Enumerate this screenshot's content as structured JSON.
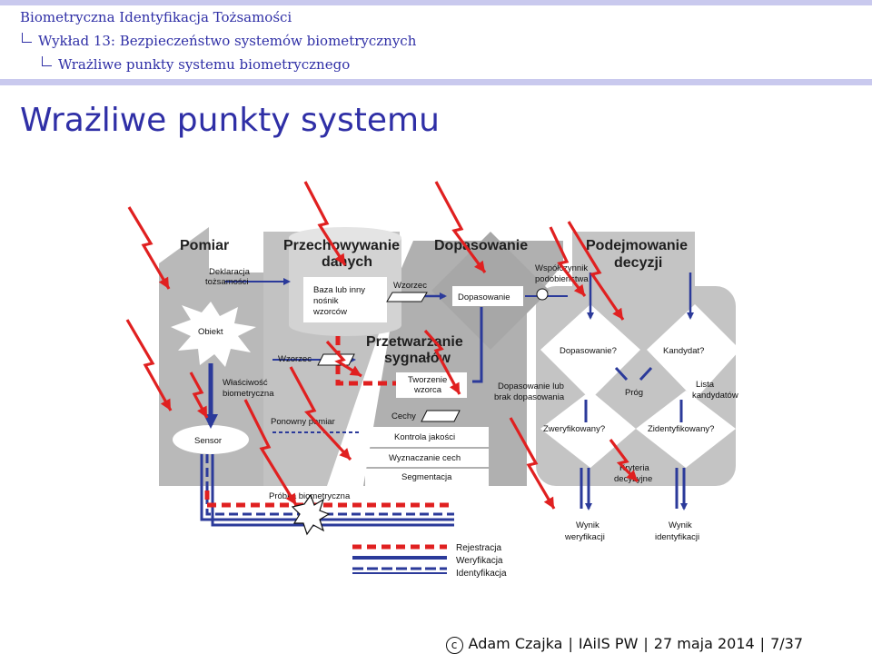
{
  "nav": {
    "title": "Biometryczna Identyfikacja Tożsamości",
    "section": "Wykład 13: Bezpieczeństwo systemów biometrycznych",
    "subsection": "Wrażliwe punkty systemu biometrycznego"
  },
  "frame_title": "Wrażliwe punkty systemu",
  "diagram": {
    "headers": {
      "pomiar": "Pomiar",
      "przech_1": "Przechowywanie",
      "przech_2": "danych",
      "dopasowanie": "Dopasowanie",
      "decyzja_1": "Podejmowanie",
      "decyzja_2": "decyzji",
      "sygnal_1": "Przetwarzanie",
      "sygnal_2": "sygnałów"
    },
    "labels": {
      "deklaracja_1": "Deklaracja",
      "deklaracja_2": "tożsamości",
      "baza_1": "Baza lub inny",
      "baza_2": "nośnik",
      "baza_3": "wzorców",
      "wzorzec_top": "Wzorzec",
      "dopasowanie_box": "Dopasowanie",
      "wspolczynnik_1": "Współczynnik",
      "wspolczynnik_2": "podobieństwa",
      "obiekt": "Obiekt",
      "wzorzec_mid": "Wzorzec",
      "tworzenie_1": "Tworzenie",
      "tworzenie_2": "wzorca",
      "dopasowanie_q": "Dopasowanie?",
      "kandydat_q": "Kandydat?",
      "wlasciwosc_1": "Właściwość",
      "wlasciwosc_2": "biometryczna",
      "dop_lub_1": "Dopasowanie lub",
      "dop_lub_2": "brak dopasowania",
      "prog": "Próg",
      "lista_1": "Lista",
      "lista_2": "kandydatów",
      "cechy": "Cechy",
      "ponowny": "Ponowny pomiar",
      "sensor": "Sensor",
      "kontrola": "Kontrola jakości",
      "wyznaczanie": "Wyznaczanie cech",
      "segmentacja": "Segmentacja",
      "zweryfikowany": "Zweryfikowany?",
      "zidentyfikowany": "Zidentyfikowany?",
      "kryteria_1": "Kryteria",
      "kryteria_2": "decyzyjne",
      "probka": "Próbka biometryczna",
      "wynik_w_1": "Wynik",
      "wynik_w_2": "weryfikacji",
      "wynik_i_1": "Wynik",
      "wynik_i_2": "identyfikacji"
    },
    "legend": [
      "Rejestracja",
      "Weryfikacja",
      "Identyfikacja"
    ],
    "colors": {
      "attack": "#e02020",
      "flow": "#2b3a9a",
      "panel": "#b5b5b5"
    }
  },
  "footer": {
    "copyright": "c",
    "author": "Adam Czajka",
    "institution": "IAiIS PW",
    "date": "27 maja 2014",
    "page": "7/37"
  }
}
